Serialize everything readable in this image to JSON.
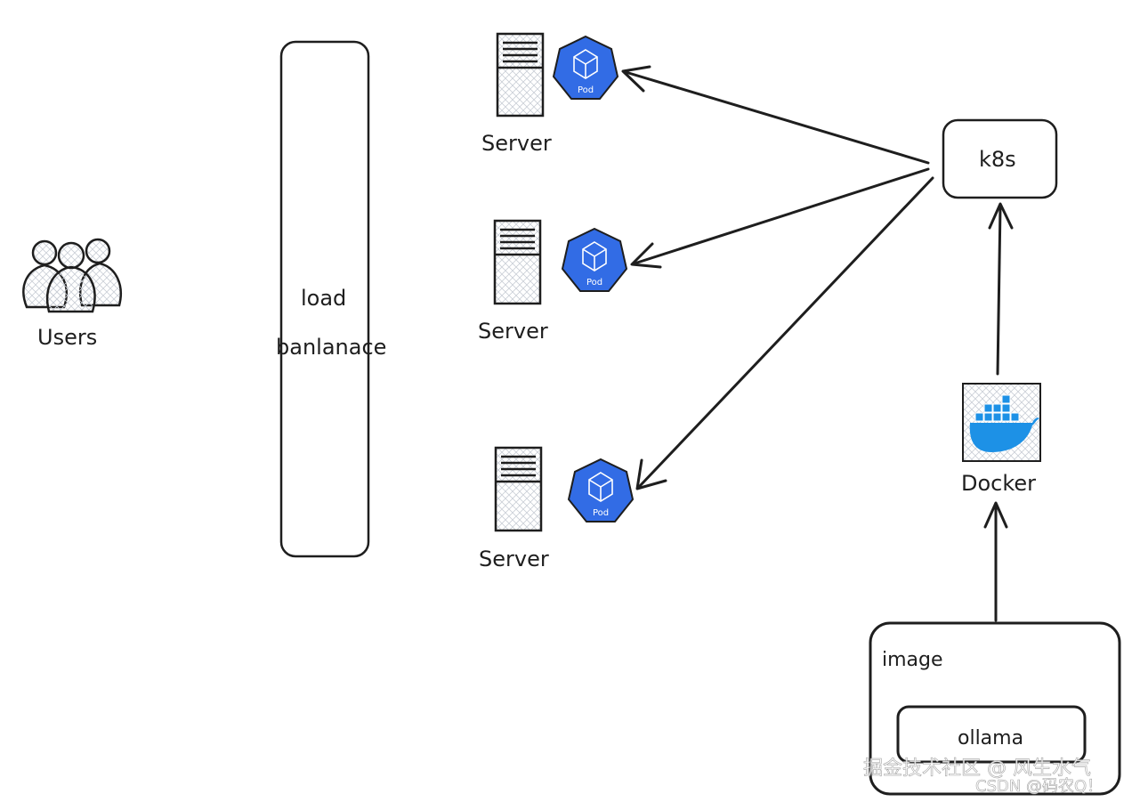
{
  "labels": {
    "users": "Users",
    "load_balancer_line1": "load",
    "load_balancer_line2": "banlanace",
    "server_1": "Server",
    "server_2": "Server",
    "server_3": "Server",
    "pod_1": "Pod",
    "pod_2": "Pod",
    "pod_3": "Pod",
    "k8s": "k8s",
    "docker": "Docker",
    "image": "image",
    "ollama": "ollama"
  },
  "watermark": {
    "line1": "掘金技术社区 @ 风生水气",
    "line2": "CSDN @码农Q！"
  },
  "colors": {
    "stroke": "#1e1e1e",
    "pod_blue": "#326ce5",
    "docker_blue": "#1d91e6",
    "hatch": "#c9ced6"
  },
  "icons": [
    "users-icon",
    "server-icon",
    "kubernetes-pod-icon",
    "docker-whale-icon"
  ]
}
